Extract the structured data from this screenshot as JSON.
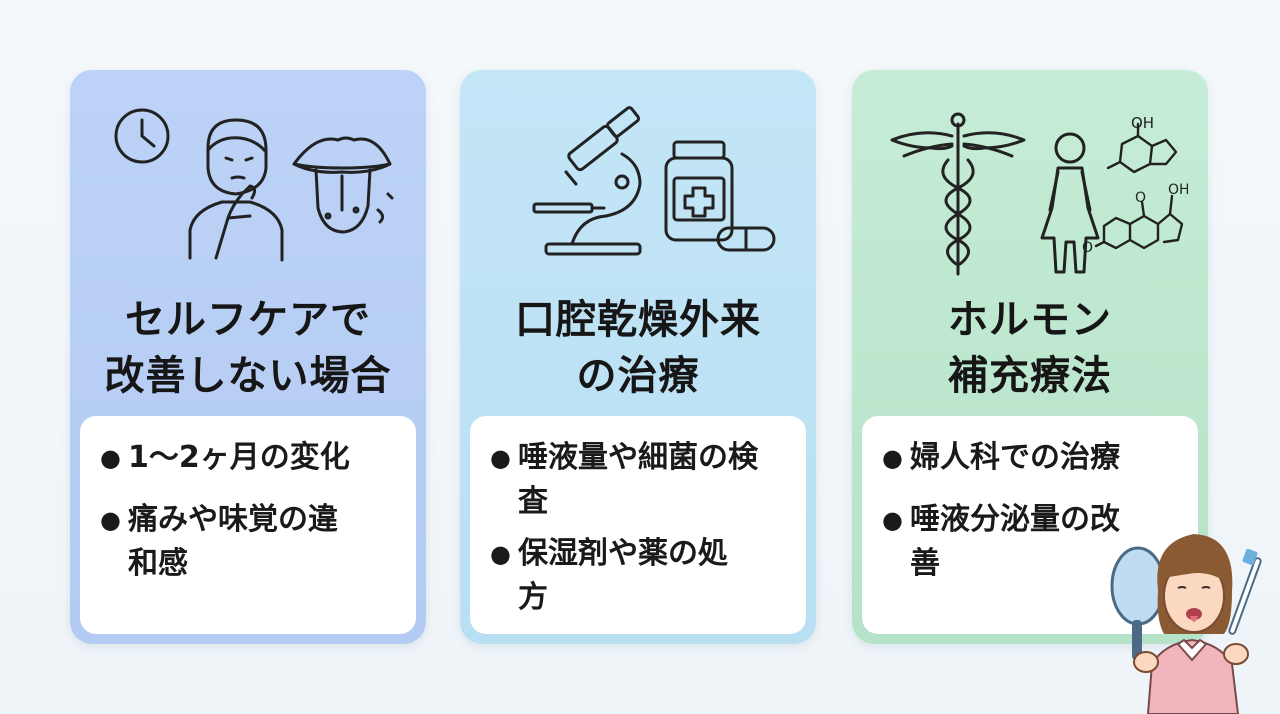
{
  "cards": [
    {
      "title_lines": [
        "セルフケアで",
        "改善しない場合"
      ],
      "items": [
        {
          "text": "1〜2ヶ月の変化"
        },
        {
          "text": "痛みや味覚の違和感"
        }
      ],
      "accent": "#b7cef5",
      "icons": [
        "clock-icon",
        "thinking-person-icon",
        "tongue-mouth-icon"
      ]
    },
    {
      "title_lines": [
        "口腔乾燥外来",
        "の治療"
      ],
      "items": [
        {
          "text": "唾液量や細菌の検査"
        },
        {
          "text": "保湿剤や薬の処方"
        }
      ],
      "accent": "#bde2f5",
      "icons": [
        "microscope-icon",
        "medicine-bottle-icon",
        "pill-capsule-icon"
      ]
    },
    {
      "title_lines": [
        "ホルモン",
        "補充療法"
      ],
      "items": [
        {
          "text": "婦人科での治療"
        },
        {
          "text": "唾液分泌量の改善"
        }
      ],
      "accent": "#bfe8cf",
      "icons": [
        "caduceus-icon",
        "woman-figure-icon",
        "molecule-oh-icon"
      ]
    }
  ],
  "illustration": "woman-with-mirror-and-toothbrush"
}
